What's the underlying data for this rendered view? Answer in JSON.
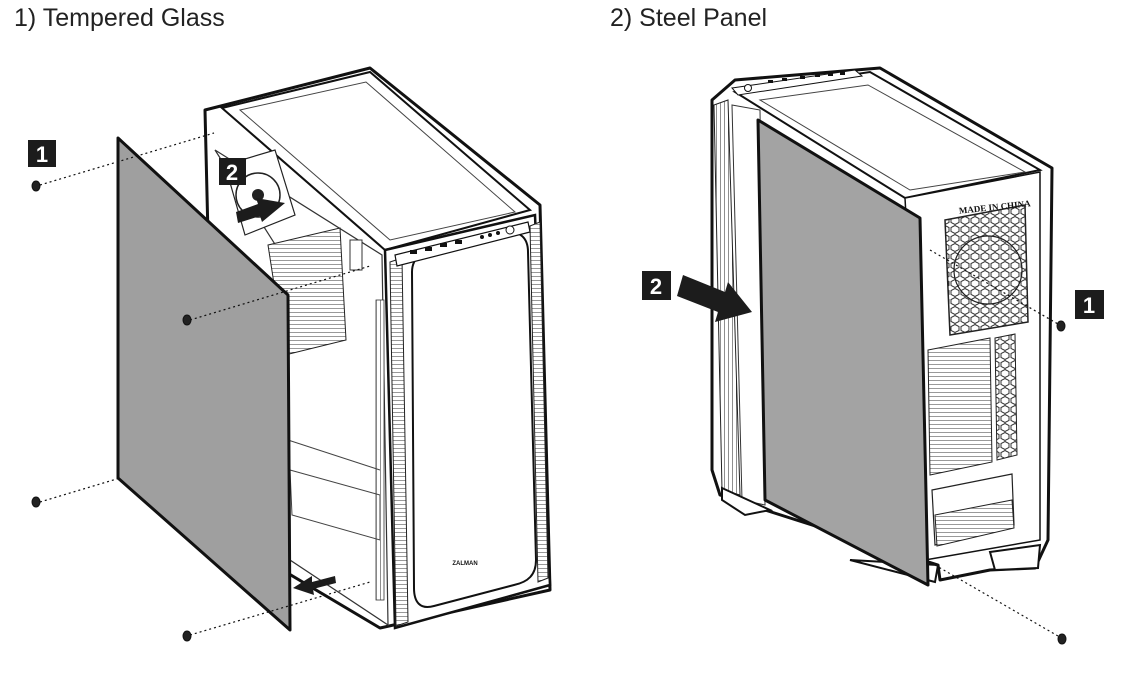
{
  "sections": [
    {
      "title": "1) Tempered Glass"
    },
    {
      "title": "2) Steel Panel"
    }
  ],
  "steps": {
    "glass_step1": "1",
    "glass_step2": "2",
    "steel_step1": "1",
    "steel_step2": "2"
  },
  "case_labels": {
    "front_logo": "ZALMAN",
    "rear_stamp": "MADE IN CHINA"
  },
  "colors": {
    "outline": "#111111",
    "panel_fill": "#a3a3a3",
    "badge": "#1c1c1c"
  }
}
